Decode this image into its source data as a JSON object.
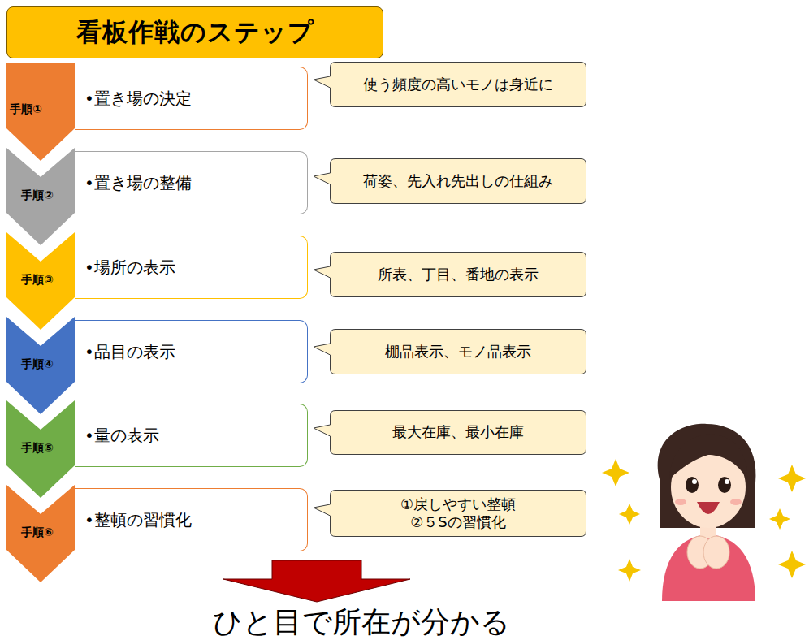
{
  "diagram": {
    "title": "看板作戦のステップ",
    "caption": "ひと目で所在が分かる",
    "nodes": [
      {
        "text": [
          "手順①"
        ]
      },
      {
        "text": [
          "•置き場の決定"
        ]
      },
      {
        "text": [
          "使う頻度の高いモノは身近に"
        ]
      },
      {
        "text": [
          "手順②"
        ]
      },
      {
        "text": [
          "•置き場の整備"
        ]
      },
      {
        "text": [
          "荷姿、先入れ先出しの仕組み"
        ]
      },
      {
        "text": [
          "手順③"
        ]
      },
      {
        "text": [
          "•場所の表示"
        ]
      },
      {
        "text": [
          "所表、丁目、番地の表示"
        ]
      },
      {
        "text": [
          "手順④"
        ]
      },
      {
        "text": [
          "•品目の表示"
        ]
      },
      {
        "text": [
          "棚品表示、モノ品表示"
        ]
      },
      {
        "text": [
          "手順⑤"
        ]
      },
      {
        "text": [
          "•量の表示"
        ]
      },
      {
        "text": [
          "最大在庫、最小在庫"
        ]
      },
      {
        "text": [
          "手順⑥"
        ]
      },
      {
        "text": [
          "•整頓の習慣化"
        ]
      },
      {
        "text": [
          "①戻しやすい整頓 ②５Sの習慣化"
        ]
      }
    ]
  }
}
